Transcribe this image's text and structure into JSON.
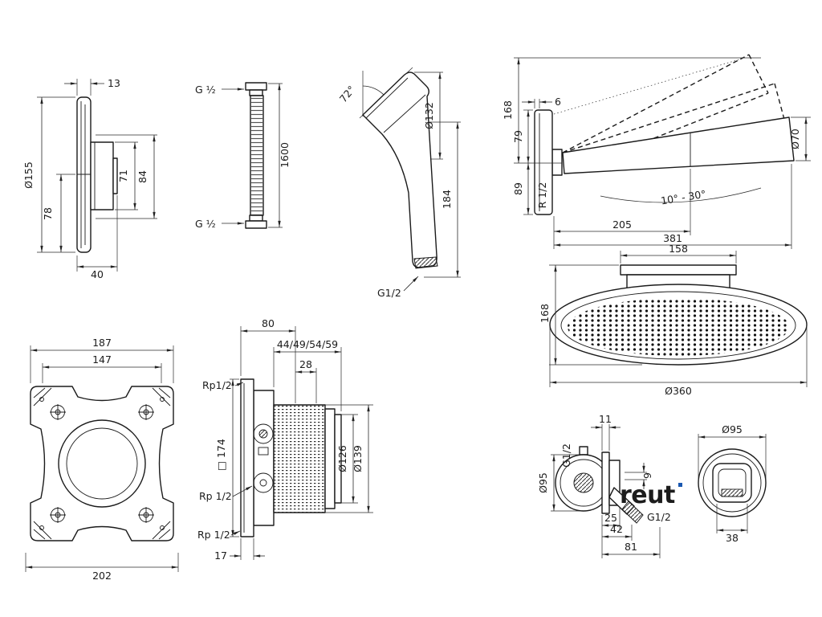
{
  "watermark": {
    "text": "reut",
    "color": "#1a58b0"
  },
  "control": {
    "d13": "13",
    "d155": "Ø155",
    "d78": "78",
    "d71": "71",
    "d84": "84",
    "d40": "40"
  },
  "hose": {
    "g_top": "G ½",
    "length": "1600",
    "g_bot": "G ½"
  },
  "handshower": {
    "angle": "72°",
    "d132": "Ø132",
    "d184": "184",
    "g": "G1/2"
  },
  "arm": {
    "d168": "168",
    "d6": "6",
    "d79": "79",
    "d89": "89",
    "thread": "R 1/2",
    "range": "10° - 30°",
    "d205": "205",
    "d381": "381",
    "d70": "Ø70"
  },
  "overhead": {
    "d158": "158",
    "d168": "168",
    "d360": "Ø360"
  },
  "plate": {
    "d187": "187",
    "d147": "147",
    "d202": "202"
  },
  "ibox": {
    "d80": "80",
    "range": "44/49/54/59",
    "d28": "28",
    "rp_top": "Rp1/2",
    "sq": "□ 174",
    "rp_mid": "Rp 1/2",
    "d126": "Ø126",
    "d139": "Ø139",
    "rp_bot": "Rp 1/2",
    "d17": "17"
  },
  "outlet": {
    "d11": "11",
    "g_top": "G1/2",
    "d95": "Ø95",
    "d9": "9",
    "d25": "25",
    "d42": "42",
    "g_bot": "G1/2",
    "d81": "81"
  },
  "holder": {
    "d95": "Ø95",
    "d38": "38"
  }
}
